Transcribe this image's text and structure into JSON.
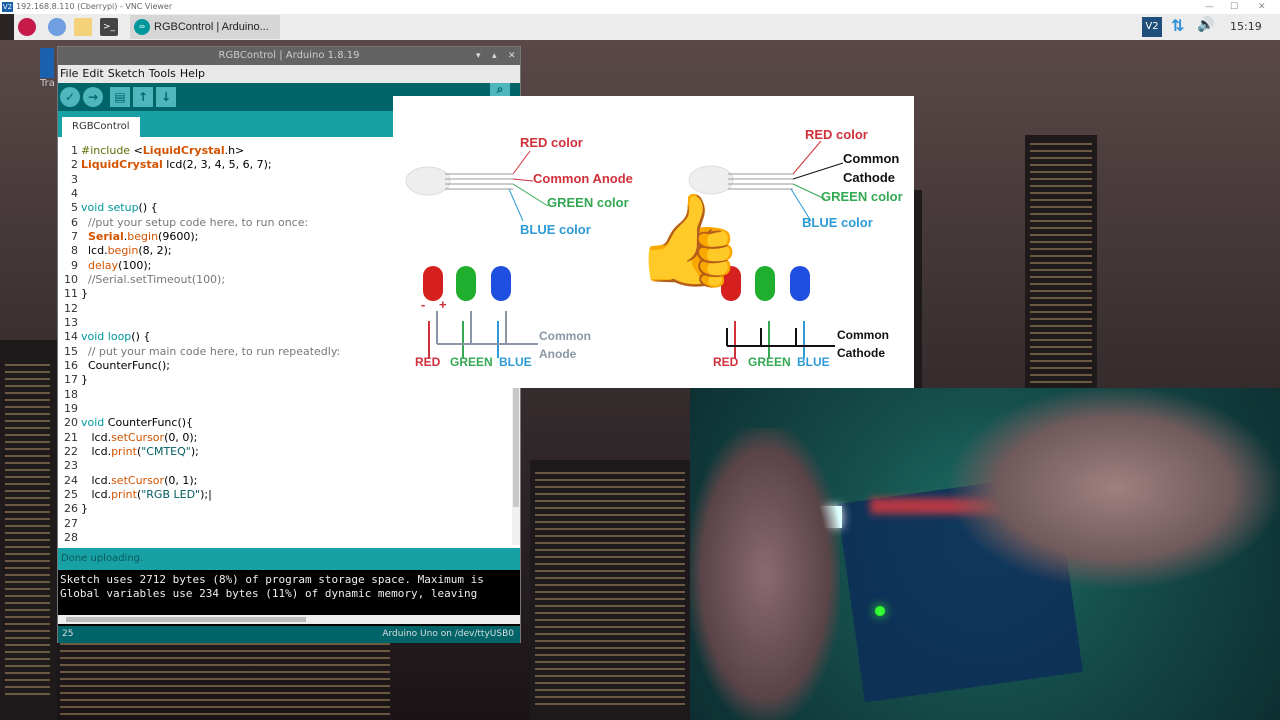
{
  "vnc": {
    "title": "192.168.8.110 (Cberrypi) - VNC Viewer",
    "logo": "V2"
  },
  "taskbar": {
    "app_label": "RGBControl | Arduino...",
    "tray_vnc": "V2",
    "clock": "15:19",
    "icons": [
      "raspberry-icon",
      "globe-icon",
      "folder-icon",
      "terminal-icon",
      "network-icon",
      "volume-icon"
    ]
  },
  "desktop": {
    "trash_label": "Tra"
  },
  "ide": {
    "title": "RGBControl | Arduino 1.8.19",
    "menu": [
      "File",
      "Edit",
      "Sketch",
      "Tools",
      "Help"
    ],
    "toolbar": [
      "verify",
      "upload",
      "new",
      "open",
      "save"
    ],
    "tab": "RGBControl",
    "code": [
      [
        [
          "#include ",
          "pp"
        ],
        [
          "<",
          "n"
        ],
        [
          "LiquidCrystal",
          "ty"
        ],
        [
          ".h>",
          "n"
        ]
      ],
      [
        [
          "LiquidCrystal",
          "ty"
        ],
        [
          " lcd(2, 3, 4, 5, 6, 7);",
          "n"
        ]
      ],
      [],
      [],
      [
        [
          "void",
          "kw"
        ],
        [
          " ",
          "n"
        ],
        [
          "setup",
          "kw"
        ],
        [
          "() {",
          "n"
        ]
      ],
      [
        [
          "  //put your setup code here, to run once:",
          "cm"
        ]
      ],
      [
        [
          "  ",
          "n"
        ],
        [
          "Serial",
          "ty"
        ],
        [
          ".",
          "n"
        ],
        [
          "begin",
          "fn"
        ],
        [
          "(9600);",
          "n"
        ]
      ],
      [
        [
          "  lcd.",
          "n"
        ],
        [
          "begin",
          "fn"
        ],
        [
          "(8, 2);",
          "n"
        ]
      ],
      [
        [
          "  ",
          "n"
        ],
        [
          "delay",
          "fn"
        ],
        [
          "(100);",
          "n"
        ]
      ],
      [
        [
          "  //Serial.setTimeout(100);",
          "cm"
        ]
      ],
      [
        [
          "}",
          "n"
        ]
      ],
      [],
      [],
      [
        [
          "void",
          "kw"
        ],
        [
          " ",
          "n"
        ],
        [
          "loop",
          "kw"
        ],
        [
          "() {",
          "n"
        ]
      ],
      [
        [
          "  // put your main code here, to run repeatedly:",
          "cm"
        ]
      ],
      [
        [
          "  CounterFunc();",
          "n"
        ]
      ],
      [
        [
          "}",
          "n"
        ]
      ],
      [],
      [],
      [
        [
          "void",
          "kw"
        ],
        [
          " CounterFunc(){",
          "n"
        ]
      ],
      [
        [
          "   lcd.",
          "n"
        ],
        [
          "setCursor",
          "fn"
        ],
        [
          "(0, 0);",
          "n"
        ]
      ],
      [
        [
          "   lcd.",
          "n"
        ],
        [
          "print",
          "fn"
        ],
        [
          "(",
          "n"
        ],
        [
          "\"CMTEQ\"",
          "st"
        ],
        [
          ");",
          "n"
        ]
      ],
      [],
      [
        [
          "   lcd.",
          "n"
        ],
        [
          "setCursor",
          "fn"
        ],
        [
          "(0, 1);",
          "n"
        ]
      ],
      [
        [
          "   lcd.",
          "n"
        ],
        [
          "print",
          "fn"
        ],
        [
          "(",
          "n"
        ],
        [
          "\"RGB LED\"",
          "st"
        ],
        [
          ");|",
          "n"
        ]
      ],
      [
        [
          "}",
          "n"
        ]
      ],
      [],
      []
    ],
    "status": "Done uploading.",
    "console": [
      "Sketch uses 2712 bytes (8%) of program storage space. Maximum is",
      "Global variables use 234 bytes (11%) of dynamic memory, leaving"
    ],
    "line_number": "25",
    "board": "Arduino Uno on /dev/ttyUSB0"
  },
  "diagram": {
    "anode": {
      "red": "RED color",
      "common": "Common Anode",
      "green": "GREEN color",
      "blue": "BLUE color",
      "bottom": {
        "red": "RED",
        "green": "GREEN",
        "blue": "BLUE",
        "common1": "Common",
        "common2": "Anode"
      }
    },
    "cathode": {
      "red": "RED color",
      "common1": "Common",
      "common2": "Cathode",
      "green": "GREEN color",
      "blue": "BLUE color",
      "bottom": {
        "red": "RED",
        "green": "GREEN",
        "blue": "BLUE",
        "common1": "Common",
        "common2": "Cathode"
      }
    },
    "pin_minus": "-",
    "pin_plus": "+",
    "emoji": "👍"
  }
}
